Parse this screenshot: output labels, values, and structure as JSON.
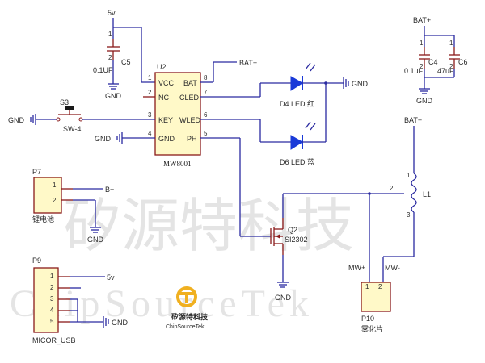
{
  "colors": {
    "wire": "#2a2aa0",
    "part": "#8a1a1a",
    "body": "#fff9c8",
    "led": "#1a3ad8",
    "watermark": "#cfcfcf",
    "logo": "#f0b020"
  },
  "watermark": {
    "cn": "矽源特科技",
    "en": "ChipSourceTek"
  },
  "logo": {
    "cn": "矽源特科技",
    "en": "ChipSourceTek"
  },
  "u2": {
    "ref": "U2",
    "part": "MW8001",
    "left_pins": [
      {
        "num": "1",
        "name": "VCC"
      },
      {
        "num": "2",
        "name": "NC"
      },
      {
        "num": "3",
        "name": "KEY"
      },
      {
        "num": "4",
        "name": "GND"
      }
    ],
    "right_pins": [
      {
        "num": "8",
        "name": "BAT"
      },
      {
        "num": "7",
        "name": "CLED"
      },
      {
        "num": "6",
        "name": "WLED"
      },
      {
        "num": "5",
        "name": "PH"
      }
    ]
  },
  "c5": {
    "ref": "C5",
    "value": "0.1UF",
    "pin1": "1",
    "pin2": "2"
  },
  "c4": {
    "ref": "C4",
    "value": "0.1uF",
    "pin1": "1",
    "pin2": "2"
  },
  "c6": {
    "ref": "C6",
    "value": "47uF",
    "pin1": "1",
    "pin2": "2"
  },
  "s3": {
    "ref": "S3",
    "part": "SW-4"
  },
  "d4": {
    "label": "D4 LED 红"
  },
  "d6": {
    "label": "D6 LED 蓝"
  },
  "l1": {
    "ref": "L1",
    "pin1": "1",
    "pin2": "2",
    "pin3": "3"
  },
  "q2": {
    "ref": "Q2",
    "part": "SI2302"
  },
  "p7": {
    "ref": "P7",
    "label": "锂电池",
    "pin1": "1",
    "pin2": "2"
  },
  "p9": {
    "ref": "P9",
    "label": "MICOR_USB",
    "pins": [
      "1",
      "2",
      "3",
      "4",
      "5"
    ]
  },
  "p10": {
    "ref": "P10",
    "label": "雾化片",
    "pin1": "1",
    "pin2": "2"
  },
  "nets": {
    "v5": "5v",
    "gnd": "GND",
    "bat_plus": "BAT+",
    "b_plus": "B+",
    "mw_plus": "MW+",
    "mw_minus": "MW-"
  }
}
